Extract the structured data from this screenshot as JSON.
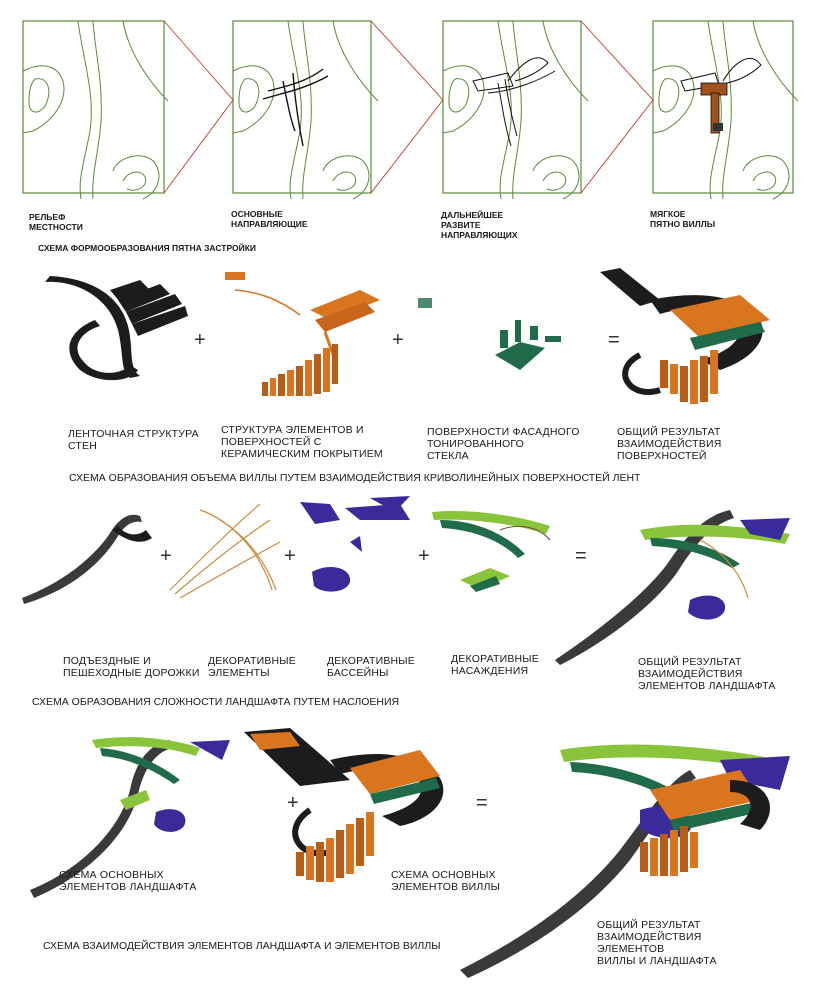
{
  "row1": {
    "steps": [
      {
        "label": "РЕЛЬЕФ\nМЕСТНОСТИ"
      },
      {
        "label": "ОСНОВНЫЕ\nНАПРАВЛЯЮЩИЕ"
      },
      {
        "label": "ДАЛЬНЕЙШЕЕ\nРАЗВИТЕ\nНАПРАВЛЯЮЩИХ"
      },
      {
        "label": "МЯГКОЕ\nПЯТНО ВИЛЛЫ"
      }
    ],
    "caption": "СХЕМА ФОРМООБРАЗОВАНИЯ ПЯТНА ЗАСТРОЙКИ",
    "frame_color": "#5a8a3a",
    "arrow_color": "#c0392b"
  },
  "row2": {
    "items": [
      {
        "label": "ЛЕНТОЧНАЯ СТРУКТУРА\nСТЕН"
      },
      {
        "label": "СТРУКТУРА ЭЛЕМЕНТОВ  И\nПОВЕРХНОСТЕЙ С\nКЕРАМИЧЕСКИМ ПОКРЫТИЕМ"
      },
      {
        "label": "ПОВЕРХНОСТИ ФАСАДНОГО\nТОНИРОВАННОГО\nСТЕКЛА"
      },
      {
        "label": "ОБЩИЙ РЕЗУЛЬТАТ\nВЗАИМОДЕЙСТВИЯ\nПОВЕРХНОСТЕЙ"
      }
    ],
    "plus": "+",
    "equals": "=",
    "caption": "СХЕМА ОБРАЗОВАНИЯ ОБЪЕМА ВИЛЛЫ ПУТЕМ ВЗАИМОДЕЙСТВИЯ  КРИВОЛИНЕЙНЫХ ПОВЕРХНОСТЕЙ ЛЕНТ"
  },
  "row3": {
    "items": [
      {
        "label": "ПОДЪЕЗДНЫЕ И\nПЕШЕХОДНЫЕ ДОРОЖКИ"
      },
      {
        "label": "ДЕКОРАТИВНЫЕ\nЭЛЕМЕНТЫ"
      },
      {
        "label": "ДЕКОРАТИВНЫЕ\nБАССЕЙНЫ"
      },
      {
        "label": "ДЕКОРАТИВНЫЕ\nНАСАЖДЕНИЯ"
      },
      {
        "label": "ОБЩИЙ РЕЗУЛЬТАТ\nВЗАИМОДЕЙСТВИЯ\nЭЛЕМЕНТОВ ЛАНДШАФТА"
      }
    ],
    "plus": "+",
    "equals": "=",
    "caption": "СХЕМА ОБРАЗОВАНИЯ СЛОЖНОСТИ  ЛАНДШАФТА ПУТЕМ НАСЛОЕНИЯ"
  },
  "row4": {
    "items": [
      {
        "label": "СХЕМА ОСНОВНЫХ\nЭЛЕМЕНТОВ ЛАНДШАФТА"
      },
      {
        "label": "СХЕМА ОСНОВНЫХ\nЭЛЕМЕНТОВ ВИЛЛЫ"
      },
      {
        "label": "ОБЩИЙ РЕЗУЛЬТАТ\nВЗАИМОДЕЙСТВИЯ\nЭЛЕМЕНТОВ\nВИЛЛЫ И ЛАНДШАФТА"
      }
    ],
    "plus": "+",
    "equals": "=",
    "caption": "СХЕМА ВЗАИМОДЕЙСТВИЯ ЭЛЕМЕНТОВ ЛАНДШАФТА И ЭЛЕМЕНТОВ ВИЛЛЫ"
  },
  "colors": {
    "ribbon": "#1c1c1c",
    "ceramic": "#d9741f",
    "glass": "#1f6b4a",
    "pool": "#3a2a9a",
    "planting": "#8ac43a",
    "decor": "#c98a3a"
  }
}
